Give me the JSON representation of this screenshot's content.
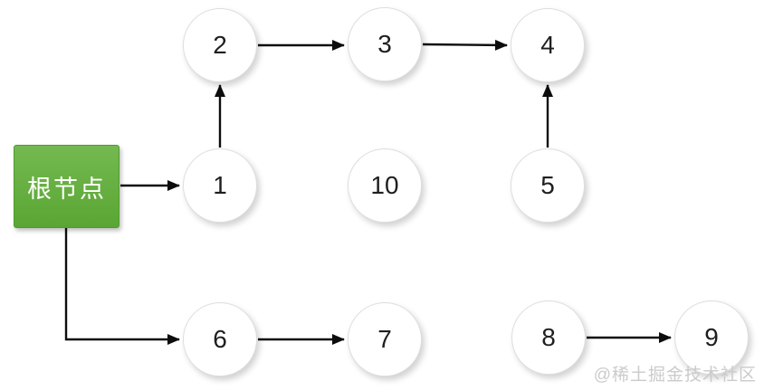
{
  "diagram": {
    "root": {
      "label": "根节点",
      "fill_top": "#74b950",
      "fill_bottom": "#5aa634",
      "border_color": "#4f9c2d",
      "text_color": "#ffffff"
    },
    "nodes": {
      "n1": {
        "label": "1"
      },
      "n2": {
        "label": "2"
      },
      "n3": {
        "label": "3"
      },
      "n4": {
        "label": "4"
      },
      "n5": {
        "label": "5"
      },
      "n6": {
        "label": "6"
      },
      "n7": {
        "label": "7"
      },
      "n8": {
        "label": "8"
      },
      "n9": {
        "label": "9"
      },
      "n10": {
        "label": "10"
      }
    },
    "edges": [
      {
        "from": "root",
        "to": "1"
      },
      {
        "from": "1",
        "to": "2"
      },
      {
        "from": "2",
        "to": "3"
      },
      {
        "from": "3",
        "to": "4"
      },
      {
        "from": "5",
        "to": "4"
      },
      {
        "from": "root",
        "to": "6"
      },
      {
        "from": "6",
        "to": "7"
      },
      {
        "from": "8",
        "to": "9"
      }
    ],
    "node_style": {
      "fill": "#ffffff",
      "border_color": "#dedede",
      "text_color": "#1f1f1f"
    },
    "edge_color": "#0d0d0d",
    "isolated_nodes": [
      "10"
    ]
  },
  "watermark": {
    "text": "@稀土掘金技术社区",
    "color": "#cbcbcb"
  }
}
